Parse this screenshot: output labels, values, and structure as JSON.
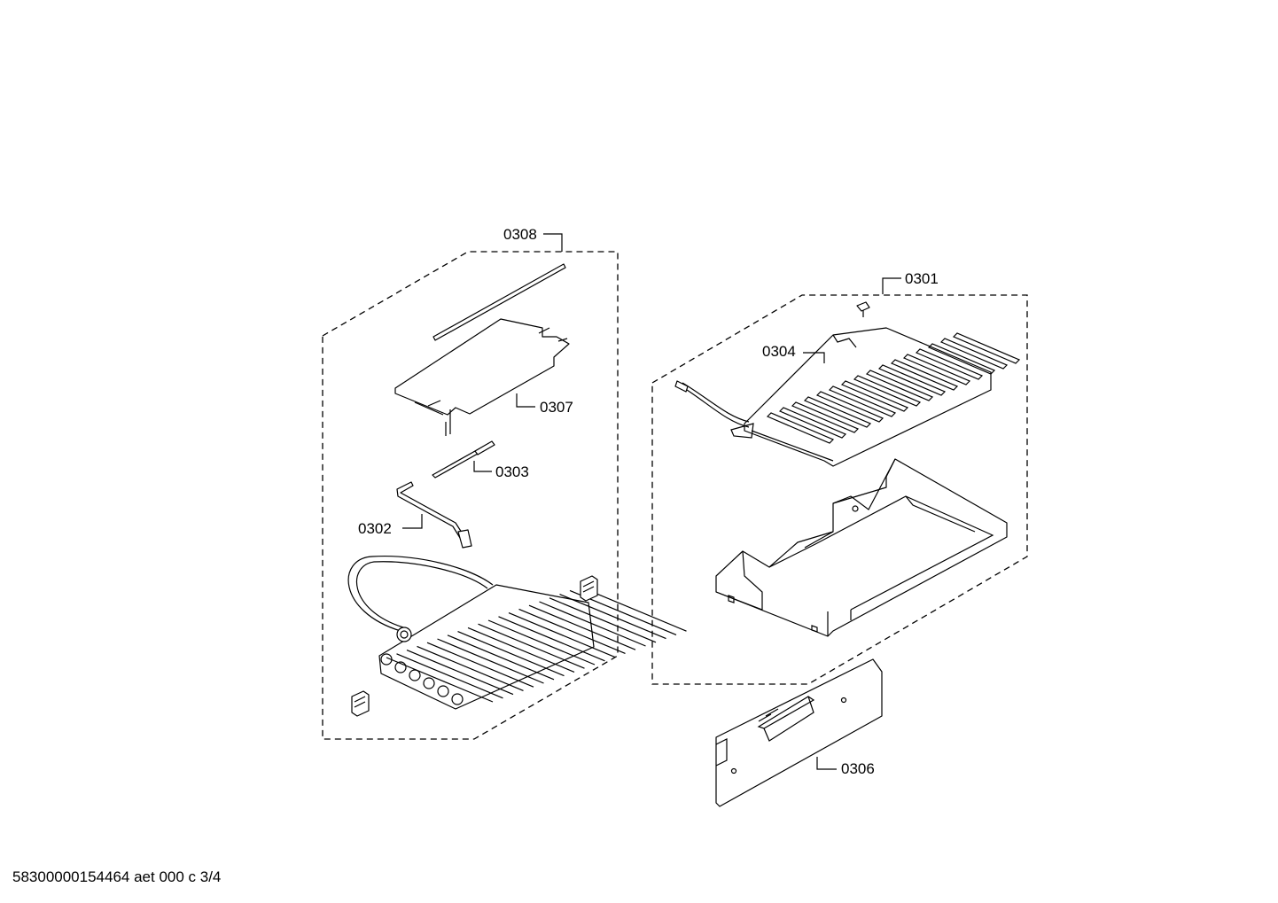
{
  "diagram": {
    "labels": {
      "p0308": "0308",
      "p0307": "0307",
      "p0303": "0303",
      "p0302": "0302",
      "p0301": "0301",
      "p0304": "0304",
      "p0306": "0306"
    },
    "footer": "58300000154464 aet 000 c 3/4"
  }
}
